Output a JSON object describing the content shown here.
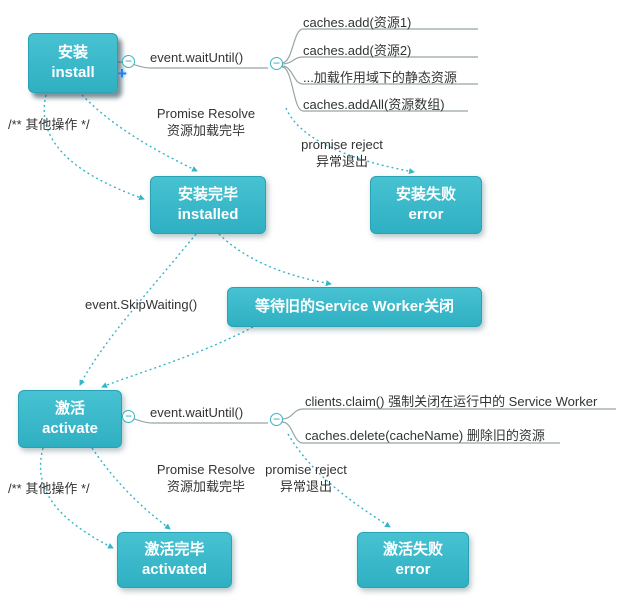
{
  "colors": {
    "node_fill_top": "#47c2d2",
    "node_fill_bottom": "#2fb0c2",
    "node_border": "#28a2b4",
    "branch_line": "#97a5a6",
    "arrow": "#35b6c8",
    "text": "#333333",
    "plus_icon": "#1f7fe8"
  },
  "nodes": {
    "install": {
      "title": "安装",
      "subtitle": "install"
    },
    "installed": {
      "title": "安装完毕",
      "subtitle": "installed"
    },
    "install_error": {
      "title": "安装失败",
      "subtitle": "error"
    },
    "waiting": {
      "title": "等待旧的Service Worker关闭"
    },
    "activate": {
      "title": "激活",
      "subtitle": "activate"
    },
    "activated": {
      "title": "激活完毕",
      "subtitle": "activated"
    },
    "activate_error": {
      "title": "激活失败",
      "subtitle": "error"
    }
  },
  "install_branch": {
    "wait_until": "event.waitUntil()",
    "items": [
      {
        "label": "caches.add(资源1)"
      },
      {
        "label": "caches.add(资源2)"
      },
      {
        "label": "...加载作用域下的静态资源"
      },
      {
        "label": "caches.addAll(资源数组)"
      }
    ]
  },
  "activate_branch": {
    "wait_until": "event.waitUntil()",
    "items": [
      {
        "label": "clients.claim() 强制关闭在运行中的 Service Worker"
      },
      {
        "label": "caches.delete(cacheName) 删除旧的资源"
      }
    ]
  },
  "annotations": {
    "install_other_ops": "/** 其他操作 */",
    "install_resolve_line1": "Promise Resolve",
    "install_resolve_line2": "资源加载完毕",
    "install_reject_line1": "promise reject",
    "install_reject_line2": "异常退出",
    "skip_waiting": "event.SkipWaiting()",
    "activate_other_ops": "/** 其他操作 */",
    "activate_resolve_line1": "Promise Resolve",
    "activate_resolve_line2": "资源加载完毕",
    "activate_reject_line1": "promise reject",
    "activate_reject_line2": "异常退出"
  },
  "controls": {
    "collapse_symbol": "−",
    "expand_symbol": "+"
  }
}
